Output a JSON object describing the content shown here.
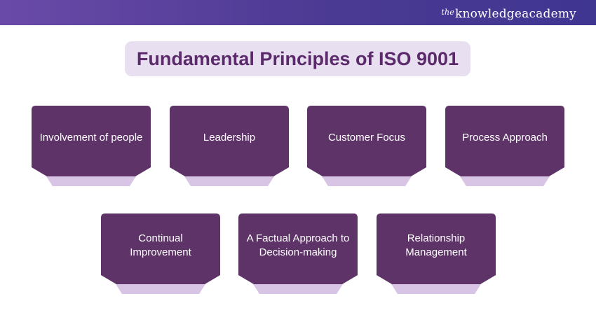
{
  "header": {
    "brand_prefix": "the",
    "brand_main": "knowledgeacademy"
  },
  "title": "Fundamental Principles of ISO 9001",
  "colors": {
    "card": "#5e3368",
    "card_shadow": "#d8c4e4",
    "title_bg": "#e8dff0",
    "title_text": "#5b2a6b"
  },
  "principles": [
    "Involvement of people",
    "Leadership",
    "Customer Focus",
    "Process Approach",
    "Continual Improvement",
    "A Factual Approach to Decision-making",
    "Relationship Management"
  ]
}
